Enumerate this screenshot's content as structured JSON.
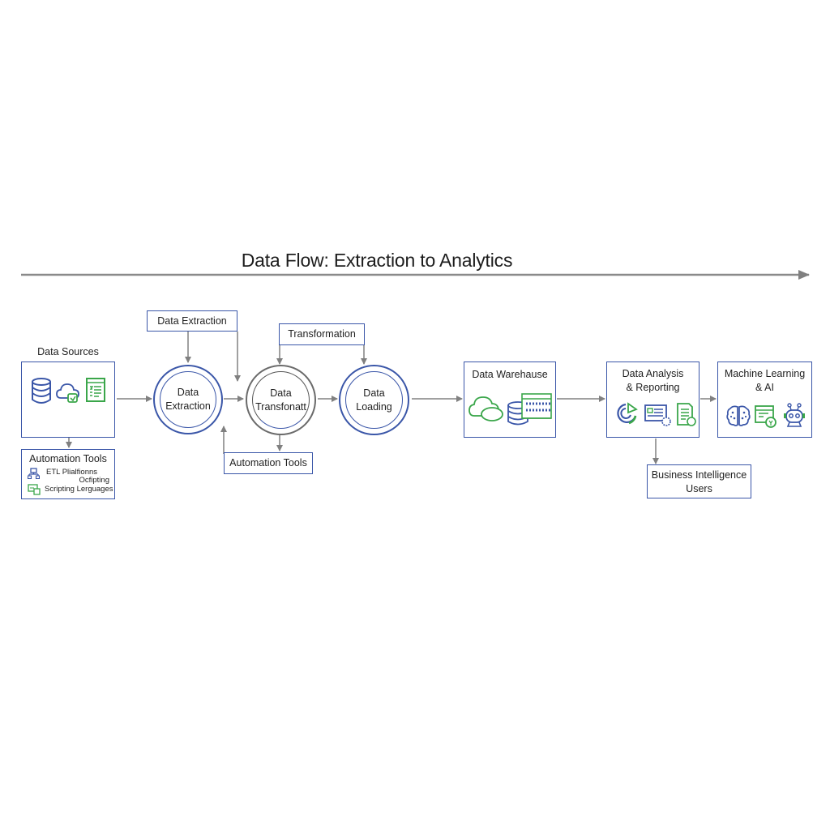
{
  "title": "Data Flow: Extraction to Analytics",
  "colors": {
    "primary_blue": "#3a56a8",
    "accent_green": "#3aa64a",
    "arrow_gray": "#808080",
    "ring_gray": "#6a6a6a"
  },
  "nodes": {
    "data_sources": {
      "label": "Data Sources",
      "icons": [
        "database-icon",
        "cloud-sync-icon",
        "document-list-icon"
      ]
    },
    "automation_tools_left": {
      "label": "Automation Tools",
      "items": [
        {
          "icon": "etl-platform-icon",
          "label": "ETL Plialfionns"
        },
        {
          "icon": "",
          "label": "Ocfipting"
        },
        {
          "icon": "scripting-window-icon",
          "label": "Scripting Lerguages"
        }
      ]
    },
    "extraction_tag": {
      "label": "Data Extraction"
    },
    "transformation_tag": {
      "label": "Transformation"
    },
    "automation_tools_mid": {
      "label": "Automation Tools"
    },
    "process_extraction": {
      "line1": "Data",
      "line2": "Extraction"
    },
    "process_transformation": {
      "line1": "Data",
      "line2": "Transfonatt"
    },
    "process_loading": {
      "line1": "Data",
      "line2": "Loading"
    },
    "data_warehouse": {
      "label": "Data Warehause",
      "icons": [
        "cloud-storage-icon",
        "database-icon",
        "data-table-icon"
      ]
    },
    "analysis_reporting": {
      "line1": "Data Analysis",
      "line2": "& Reporting",
      "icons": [
        "pie-chart-icon",
        "dashboard-settings-icon",
        "certificate-report-icon"
      ]
    },
    "ml_ai": {
      "line1": "Machine Learning",
      "line2": "& AI",
      "icons": [
        "brain-icon",
        "model-window-icon",
        "robot-icon"
      ]
    },
    "bi_users": {
      "line1": "Business Intelligence",
      "line2": "Users"
    }
  }
}
